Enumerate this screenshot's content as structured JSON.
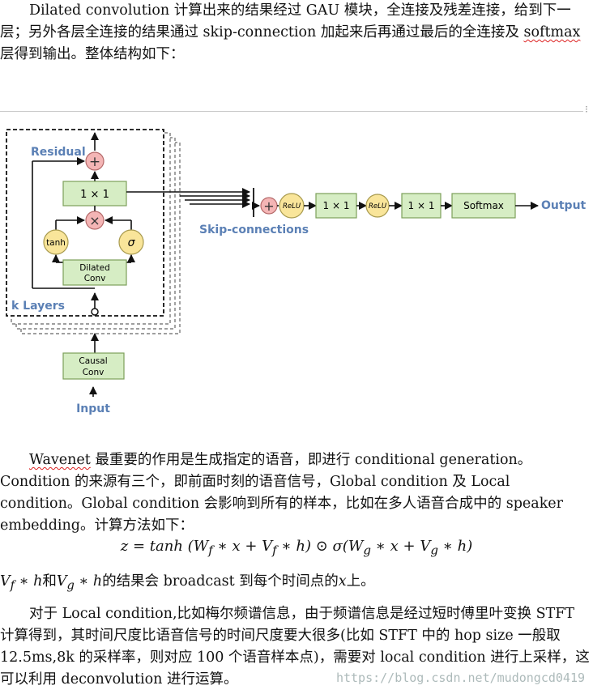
{
  "paragraph1": {
    "text_a": "Dilated convolution 计算出来的结果经过 GAU 模块，全连接及残差连接，给到下一层；另外各层全连接的结果通过 skip-connection 加起来后再通过最后的全连接及 ",
    "softmax": "softmax",
    "text_b": " 层得到输出。整体结构如下："
  },
  "diagram": {
    "residual_label": "Residual",
    "plus_symbol": "+",
    "times_symbol": "×",
    "conv_1x1_label": "1 × 1",
    "tanh_label": "tanh",
    "sigma_label": "σ",
    "dilated_conv_line1": "Dilated",
    "dilated_conv_line2": "Conv",
    "k_layers_label": "k Layers",
    "causal_conv_line1": "Causal",
    "causal_conv_line2": "Conv",
    "input_label": "Input",
    "skip_label": "Skip-connections",
    "relu_label": "ReLU",
    "softmax_label": "Softmax",
    "output_label": "Output",
    "colors": {
      "box_fill": "#d6edc4",
      "box_stroke": "#7da05a",
      "circle_pink": "#f4b5b5",
      "circle_yellow": "#f9e59a",
      "label_blue": "#5b80b5"
    }
  },
  "paragraph2": {
    "wavenet": "Wavenet",
    "text": " 最重要的作用是生成指定的语音，即进行 conditional generation。Condition 的来源有三个，即前面时刻的语音信号，Global condition 及 Local condition。Global condition 会影响到所有的样本，比如在多人语音合成中的 speaker embedding。计算方法如下："
  },
  "formula": "z = tanh (W_f * x + V_f * h) ⊙ σ(W_g * x + V_g * h)",
  "formula_parts": {
    "pre": "z = tanh (",
    "wf": "W",
    "f": "f",
    "mid1": " ∗ x + ",
    "vf": "V",
    "mid2": " ∗ h) ⊙ σ(",
    "wg": "W",
    "g": "g",
    "mid3": " ∗ x + ",
    "vg": "V",
    "end": " ∗ h)"
  },
  "line_vf": {
    "v": "V",
    "f": "f",
    "a": " ∗ h",
    "and": "和",
    "v2": "V",
    "g": "g",
    "b": " ∗ h",
    "rest": "的结果会 broadcast 到每个时间点的",
    "x": "x",
    "end": "上。"
  },
  "paragraph3": {
    "text": "对于 Local condition,比如梅尔频谱信息，由于频谱信息是经过短时傅里叶变换 STFT 计算得到，其时间尺度比语音信号的时间尺度要大很多(比如 STFT 中的 hop size 一般取 12.5ms,8k 的采样率，则对应 100 个语音样本点)，需要对 local condition 进行上采样，这可以利用 deconvolution 进行运算。"
  },
  "watermark": "https://blog.csdn.net/mudongcd0419"
}
